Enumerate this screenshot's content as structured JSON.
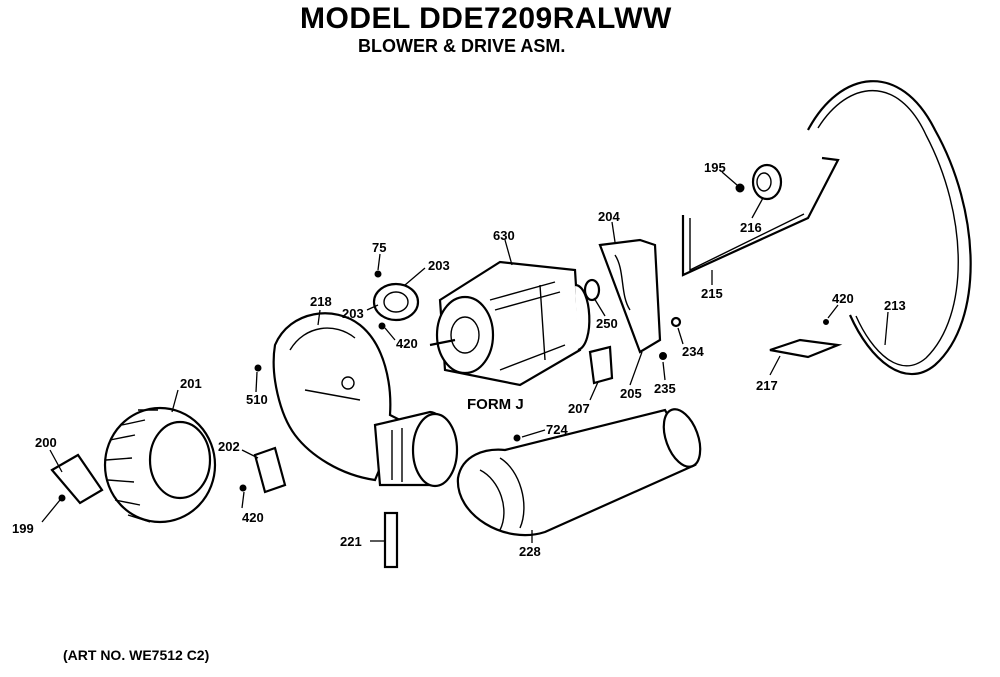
{
  "header": {
    "title": "MODEL DDE7209RALWW",
    "subtitle": "BLOWER & DRIVE ASM."
  },
  "footer": {
    "art_no": "(ART NO. WE7512 C2)"
  },
  "form_label": "FORM J",
  "callouts": {
    "p199": "199",
    "p200": "200",
    "p201": "201",
    "p202": "202",
    "p420_a": "420",
    "p510": "510",
    "p218": "218",
    "p203_a": "203",
    "p203_b": "203",
    "p75": "75",
    "p420_b": "420",
    "p630": "630",
    "p204": "204",
    "p250": "250",
    "p207": "207",
    "p205": "205",
    "p234": "234",
    "p235": "235",
    "p724": "724",
    "p228": "228",
    "p221": "221",
    "p195": "195",
    "p216": "216",
    "p215": "215",
    "p420_c": "420",
    "p213": "213",
    "p217": "217"
  }
}
